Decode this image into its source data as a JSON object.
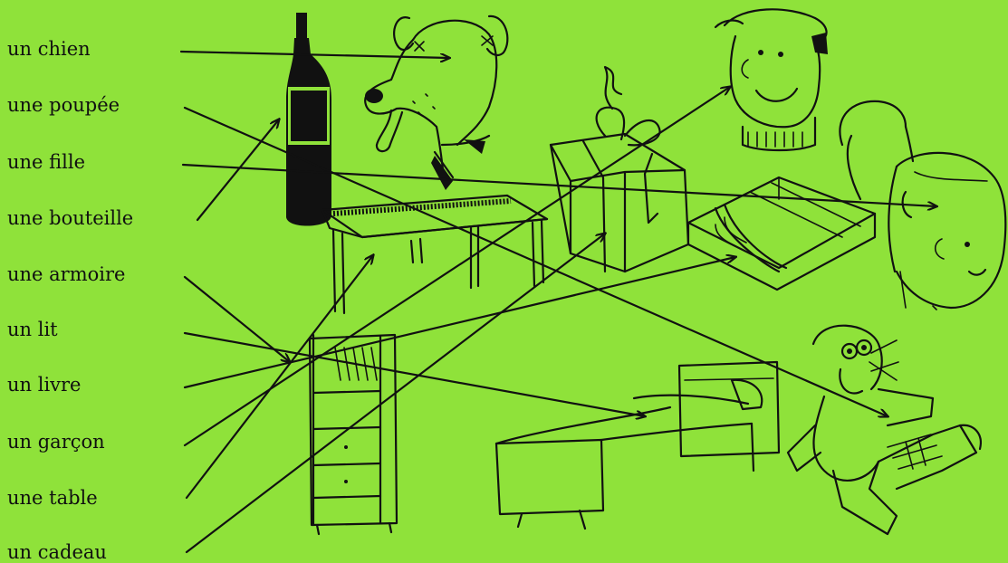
{
  "words": [
    "un chien",
    "une poupée",
    "une fille",
    "une bouteille",
    "une armoire",
    "un lit",
    "un livre",
    "un garçon",
    "une table",
    "un cadeau"
  ],
  "pictures": [
    "bottle-drawing",
    "dog-drawing",
    "boy-drawing",
    "gift-drawing",
    "girl-drawing",
    "table-drawing",
    "book-drawing",
    "wardrobe-drawing",
    "bed-drawing",
    "doll-drawing"
  ],
  "colors": {
    "background": "#8fe23a",
    "ink": "#111111"
  }
}
